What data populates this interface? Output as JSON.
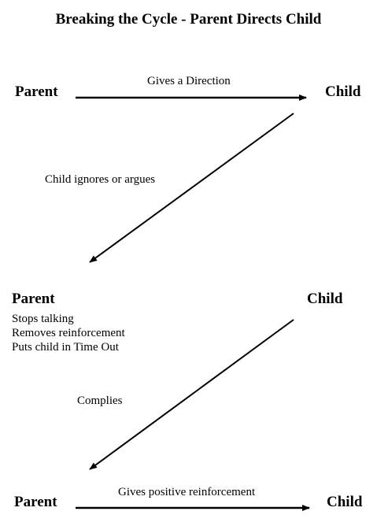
{
  "title": "Breaking the Cycle - Parent Directs Child",
  "stages": [
    {
      "left_node": "Parent",
      "right_node": "Child",
      "arrow_label": "Gives a Direction"
    },
    {
      "diagonal_label": "Child ignores or argues"
    },
    {
      "left_node": "Parent",
      "right_node": "Child",
      "parent_actions": [
        "Stops talking",
        "Removes reinforcement",
        "Puts child in Time Out"
      ]
    },
    {
      "diagonal_label": "Complies"
    },
    {
      "left_node": "Parent",
      "right_node": "Child",
      "arrow_label": "Gives positive reinforcement"
    }
  ],
  "colors": {
    "text": "#000000",
    "arrow": "#000000",
    "background": "#ffffff"
  }
}
